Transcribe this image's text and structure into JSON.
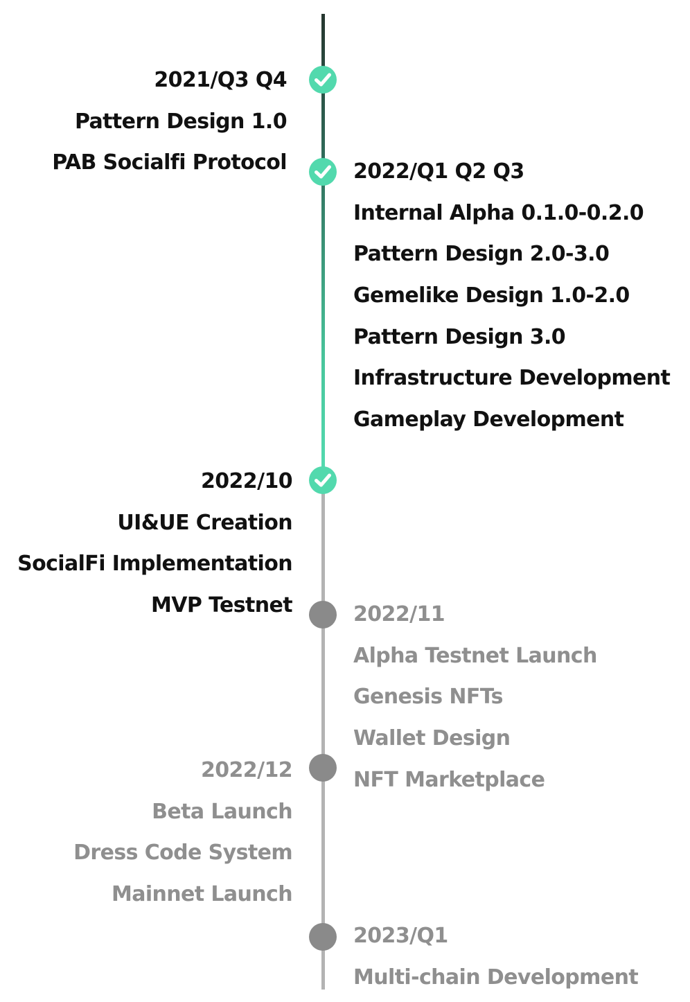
{
  "theme": {
    "done_color": "#111111",
    "pending_color": "#8f8f8f",
    "accent_check": "#52d9ad",
    "pending_dot": "#8a8a8a",
    "rail_pending": "#b3b3b3"
  },
  "milestones": [
    {
      "status": "done",
      "side": "left",
      "icon": "check-circle-icon",
      "lines": [
        "2021/Q3 Q4",
        "Pattern Design 1.0",
        "PAB Socialfi Protocol"
      ]
    },
    {
      "status": "done",
      "side": "right",
      "icon": "check-circle-icon",
      "lines": [
        "2022/Q1 Q2 Q3",
        "Internal Alpha 0.1.0-0.2.0",
        "Pattern Design 2.0-3.0",
        "Gemelike Design 1.0-2.0",
        "Pattern Design 3.0",
        "Infrastructure Development",
        "Gameplay Development"
      ]
    },
    {
      "status": "done",
      "side": "left",
      "icon": "check-circle-icon",
      "lines": [
        "2022/10",
        "UI&UE Creation",
        "SocialFi Implementation",
        "MVP Testnet"
      ]
    },
    {
      "status": "pending",
      "side": "right",
      "icon": "dot-icon",
      "lines": [
        "2022/11",
        "Alpha Testnet Launch",
        "Genesis NFTs",
        "Wallet Design",
        "NFT Marketplace"
      ]
    },
    {
      "status": "pending",
      "side": "left",
      "icon": "dot-icon",
      "lines": [
        "2022/12",
        "Beta Launch",
        "Dress Code System",
        "Mainnet Launch"
      ]
    },
    {
      "status": "pending",
      "side": "right",
      "icon": "dot-icon",
      "lines": [
        "2023/Q1",
        "Multi-chain Development"
      ]
    }
  ]
}
